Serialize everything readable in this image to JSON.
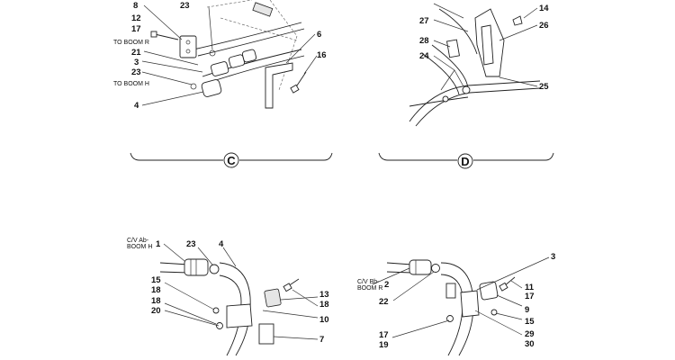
{
  "views": [
    {
      "letter": "C",
      "callouts": [
        "8",
        "23",
        "12",
        "17",
        "21",
        "3",
        "23",
        "4",
        "6",
        "16"
      ],
      "notes": [
        "TO BOOM R",
        "TO BOOM H"
      ]
    },
    {
      "letter": "D",
      "callouts": [
        "27",
        "28",
        "24",
        "14",
        "26",
        "25"
      ],
      "notes": []
    },
    {
      "letter": "",
      "callouts": [
        "1",
        "23",
        "4",
        "15",
        "18",
        "18",
        "20",
        "13",
        "18",
        "10",
        "7"
      ],
      "notes": [
        "C/V Ab-",
        "BOOM H"
      ]
    },
    {
      "letter": "",
      "callouts": [
        "2",
        "22",
        "3",
        "11",
        "17",
        "9",
        "15",
        "17",
        "19",
        "29",
        "30"
      ],
      "notes": [
        "C/V Bb-",
        "BOOM R"
      ]
    }
  ]
}
